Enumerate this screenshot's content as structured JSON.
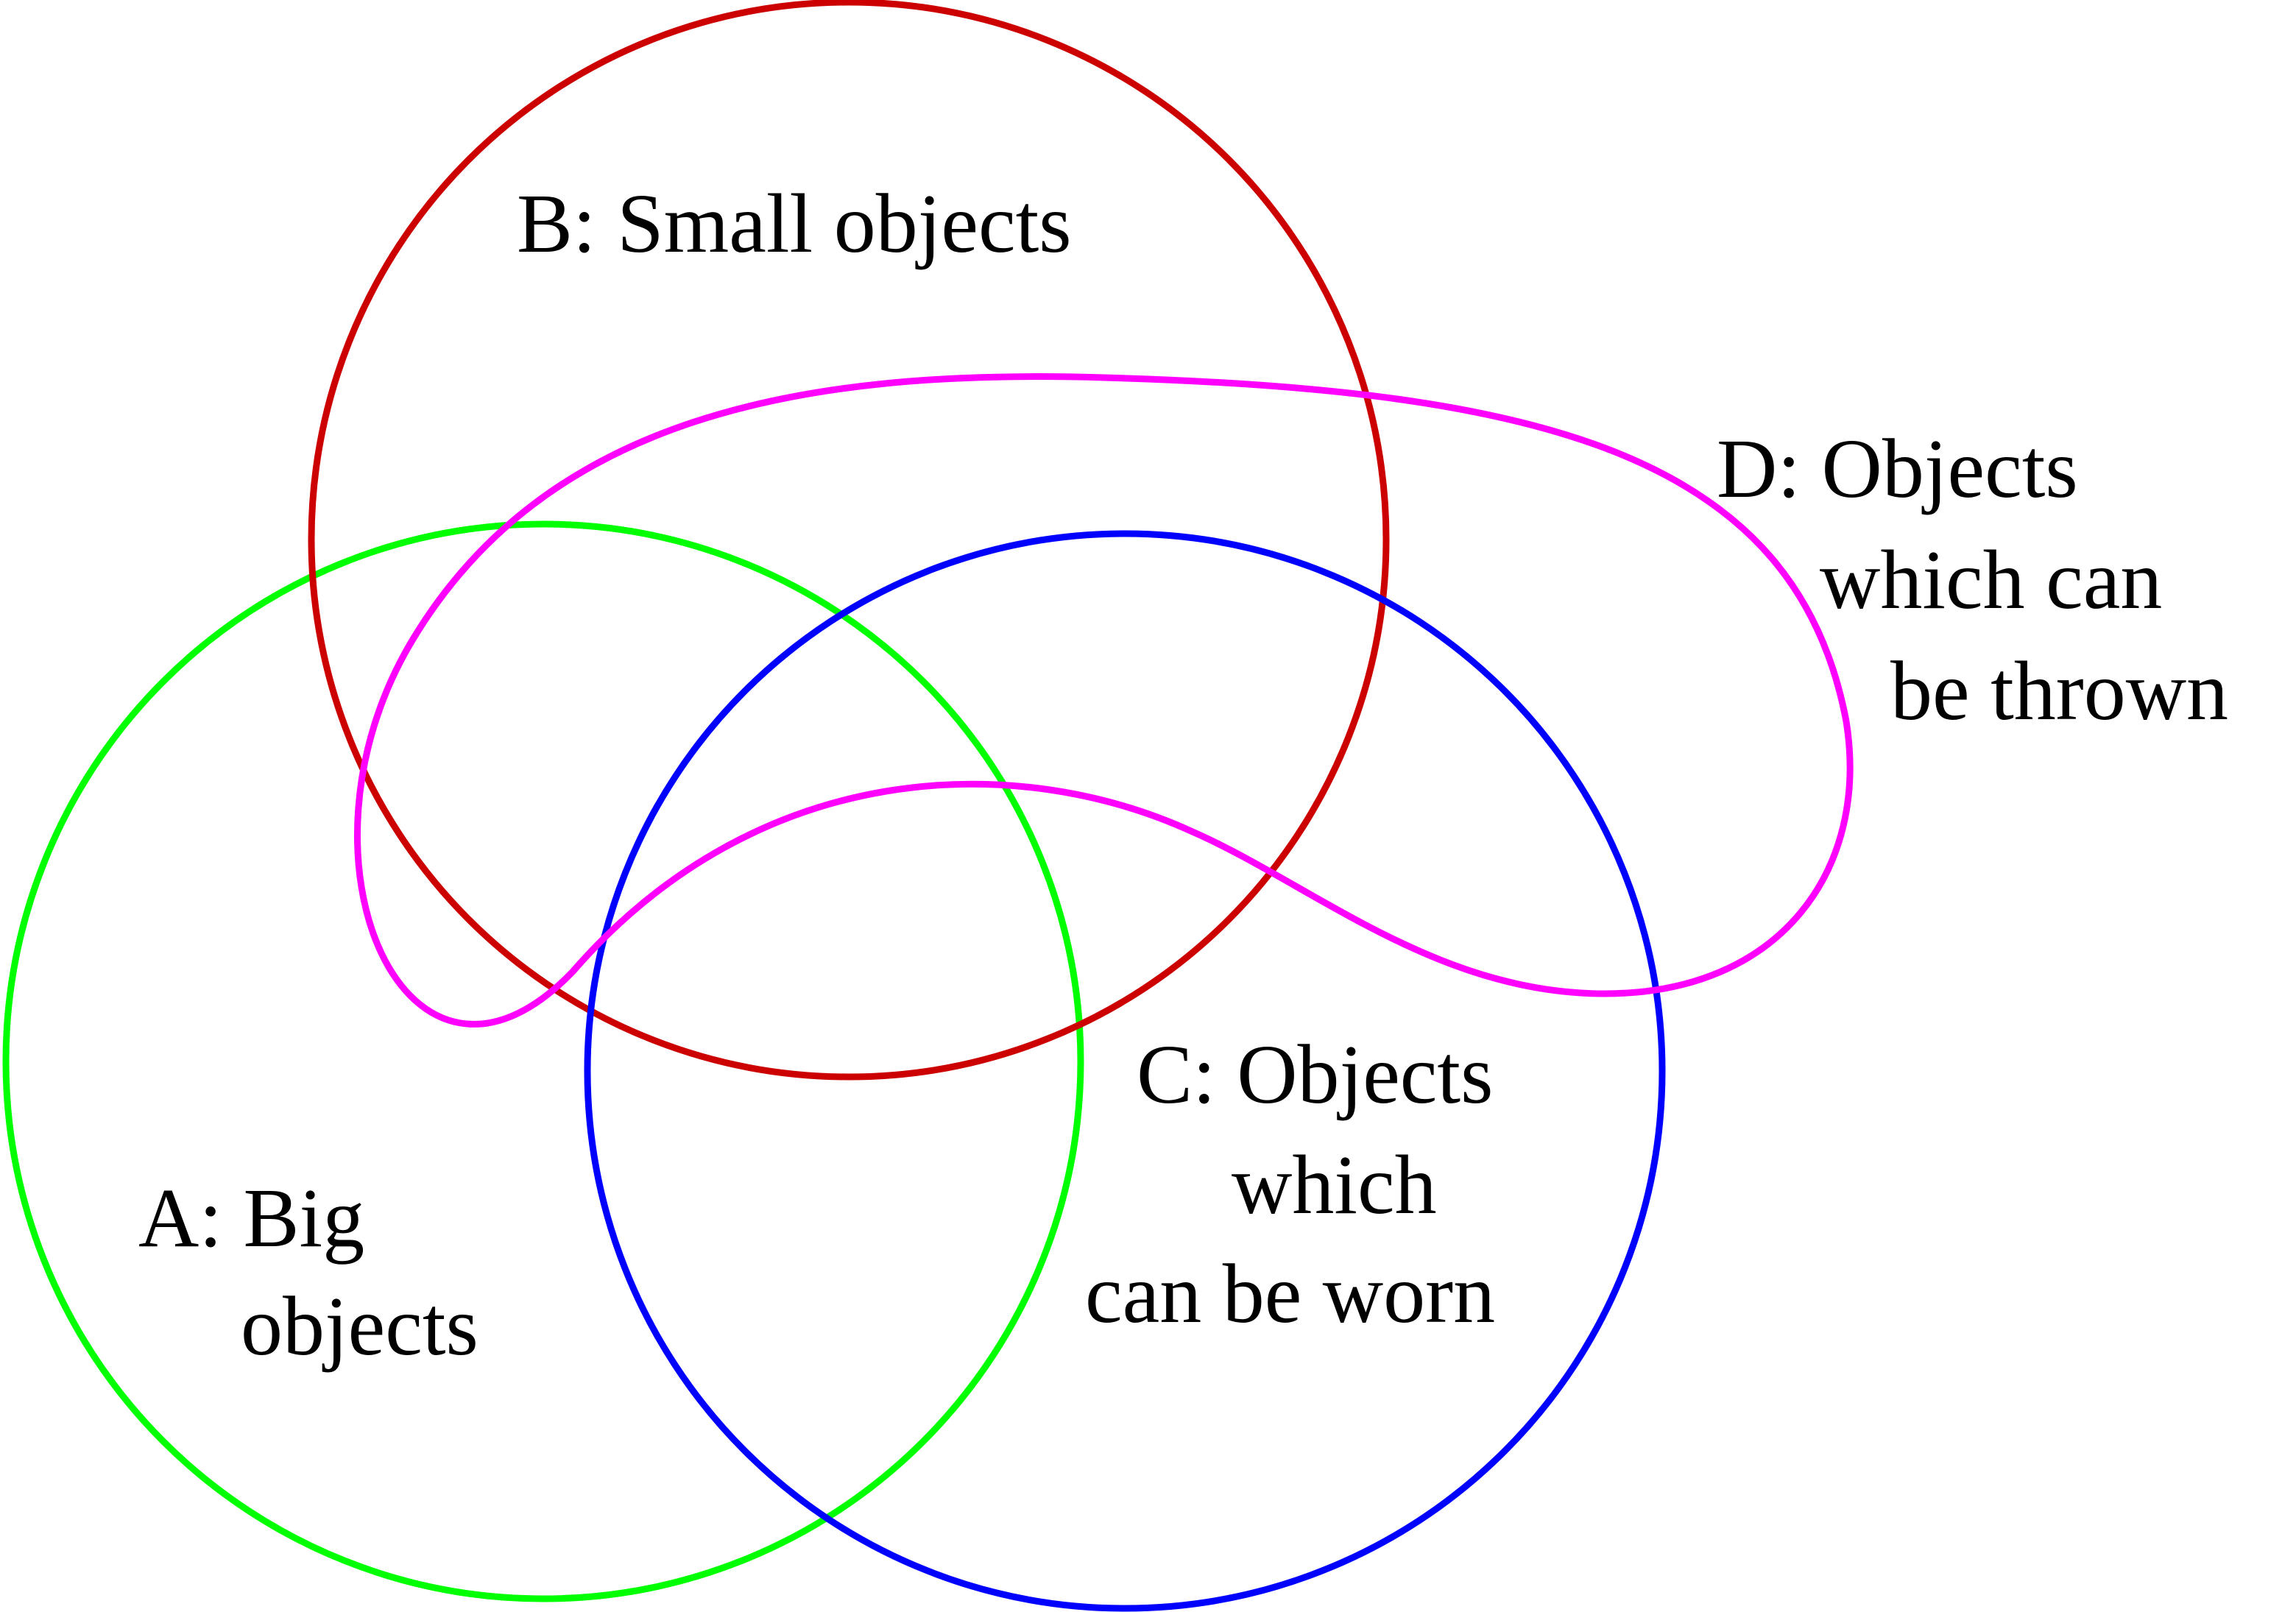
{
  "diagram": {
    "type": "venn",
    "sets": [
      {
        "id": "A",
        "label_lines": [
          "A: Big",
          "objects"
        ],
        "color": "#00ff00"
      },
      {
        "id": "B",
        "label_lines": [
          "B: Small objects"
        ],
        "color": "#cc0000"
      },
      {
        "id": "C",
        "label_lines": [
          "C: Objects",
          "which",
          "can be worn"
        ],
        "color": "#0000ff"
      },
      {
        "id": "D",
        "label_lines": [
          "D: Objects",
          "which can",
          "be thrown"
        ],
        "color": "#ff00ff"
      }
    ]
  }
}
